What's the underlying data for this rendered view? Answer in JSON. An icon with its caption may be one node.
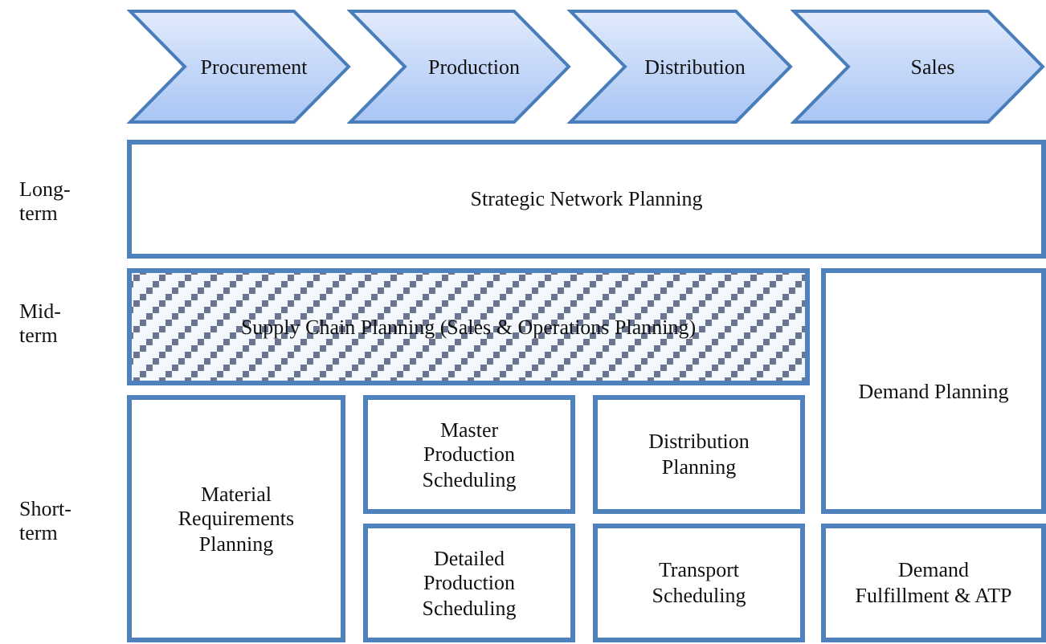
{
  "diagram": {
    "nodes": [
      {
        "text": [
          "Procurement"
        ]
      },
      {
        "text": [
          "Production"
        ]
      },
      {
        "text": [
          "Distribution"
        ]
      },
      {
        "text": [
          "Sales"
        ]
      },
      {
        "text": [
          "Strategic Network Planning"
        ]
      },
      {
        "text": [
          "Supply Chain Planning (Sales & Operations Planning)"
        ]
      },
      {
        "text": [
          "Demand Planning"
        ]
      },
      {
        "text": [
          "Material Requirements Planning"
        ]
      },
      {
        "text": [
          "Master Production Scheduling"
        ]
      },
      {
        "text": [
          "Distribution Planning"
        ]
      },
      {
        "text": [
          "Detailed Production Scheduling"
        ]
      },
      {
        "text": [
          "Transport Scheduling"
        ]
      },
      {
        "text": [
          "Demand Fulfillment & ATP"
        ]
      }
    ],
    "labels": [
      "Long-term",
      "Mid-term",
      "Short-term"
    ]
  }
}
